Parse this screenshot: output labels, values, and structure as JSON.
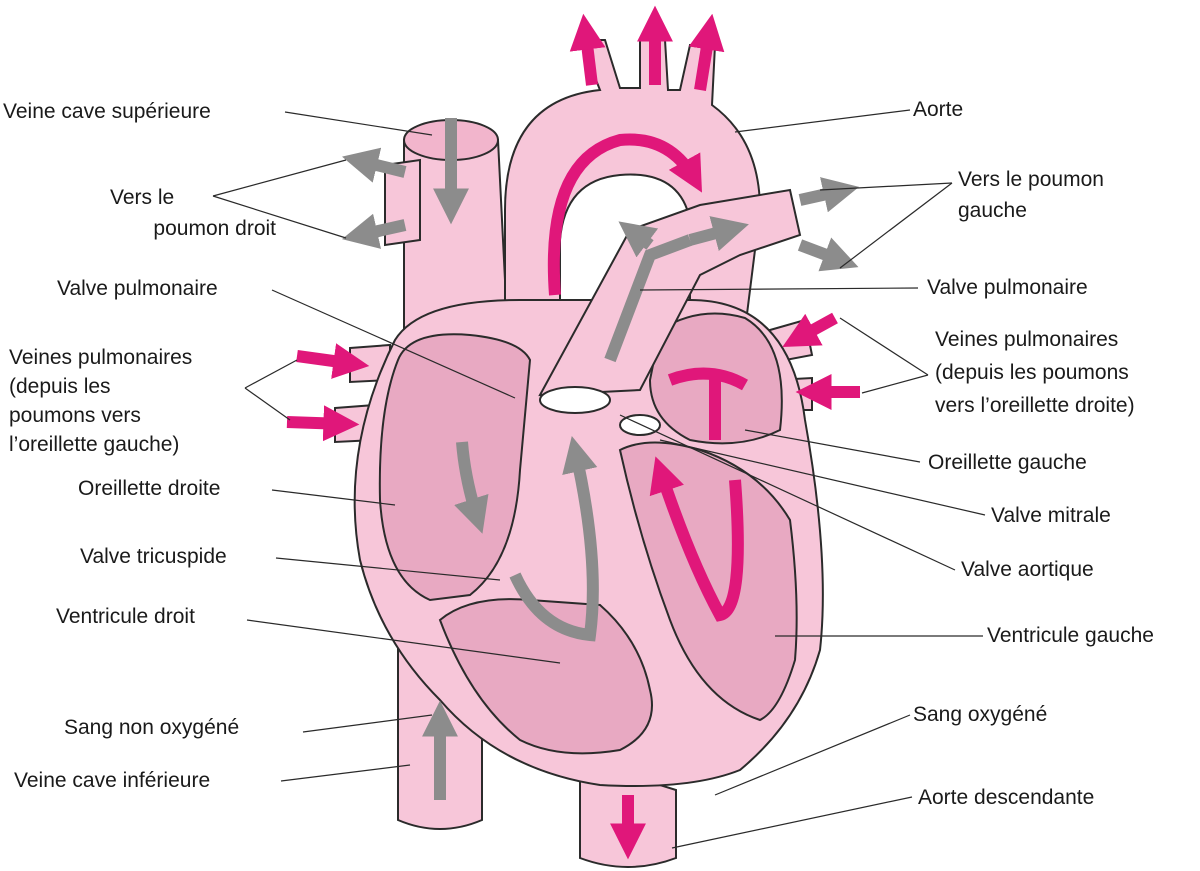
{
  "labels": {
    "veine_cave_superieure": "Veine cave supérieure",
    "vers_poumon_droit": [
      "Vers le",
      "poumon droit"
    ],
    "valve_pulmonaire_gauche": "Valve pulmonaire",
    "veines_pulmonaires_gauche": [
      "Veines pulmonaires",
      "(depuis les",
      "poumons vers",
      "l’oreillette gauche)"
    ],
    "oreillette_droite": "Oreillette droite",
    "valve_tricuspide": "Valve tricuspide",
    "ventricule_droit": "Ventricule droit",
    "sang_non_oxygene": "Sang non oxygéné",
    "veine_cave_inferieure": "Veine cave inférieure",
    "aorte": "Aorte",
    "vers_poumon_gauche": [
      "Vers le poumon",
      "gauche"
    ],
    "valve_pulmonaire_droite": "Valve pulmonaire",
    "veines_pulmonaires_droite": [
      "Veines pulmonaires",
      "(depuis les poumons",
      "vers l’oreillette droite)"
    ],
    "oreillette_gauche": "Oreillette gauche",
    "valve_mitrale": "Valve mitrale",
    "valve_aortique": "Valve aortique",
    "ventricule_gauche": "Ventricule gauche",
    "sang_oxygene": "Sang oxygéné",
    "aorte_descendante": "Aorte descendante"
  },
  "colors": {
    "tissue": "#f7c6d9",
    "chamber": "#e8a9c2",
    "oxygenated_arrow": "#e0177a",
    "deoxygenated_arrow": "#8c8c8c",
    "outline": "#2b2b2b"
  }
}
